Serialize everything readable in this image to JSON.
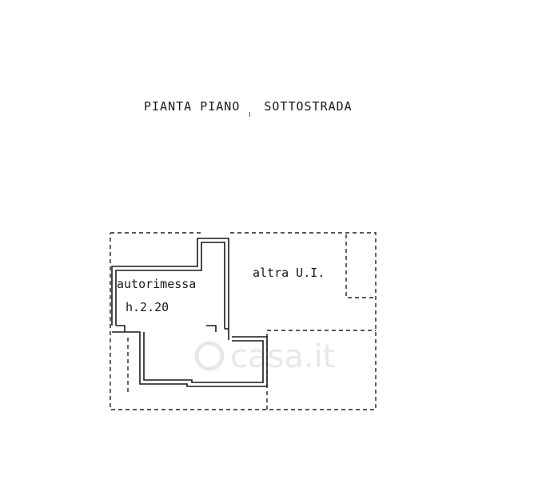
{
  "title_left": "PIANTA PIANO",
  "title_right": "SOTTOSTRADA",
  "rooms": {
    "garage_name": "autorimessa",
    "garage_height": "h.2.20",
    "other_unit": "altra U.I."
  },
  "watermark": "casa.it",
  "colors": {
    "line": "#1a1a1a",
    "dashed": "#222222",
    "watermark": "#e6e6e6"
  }
}
